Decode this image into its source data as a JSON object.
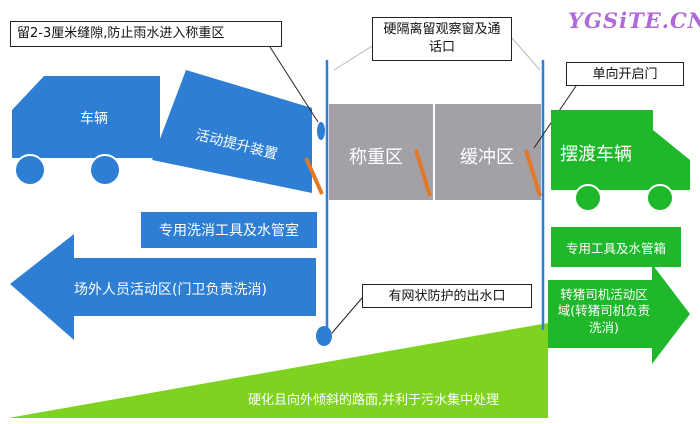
{
  "watermark": "YGSiTE.CN",
  "callouts": {
    "gap_note": "留2-3厘米缝隙,防止雨水进入称重区",
    "window_note": "硬隔离留观察窗及通话口",
    "one_way_door": "单向开启门",
    "drain_outlet": "有网状防护的出水口"
  },
  "vehicles": {
    "left_truck": "车辆",
    "lift_device": "活动提升装置",
    "right_truck": "摆渡车辆"
  },
  "zones": {
    "weighing": "称重区",
    "buffer": "缓冲区"
  },
  "rooms": {
    "washing_room": "专用洗消工具及水管室",
    "tool_box": "专用工具及水管箱"
  },
  "arrows": {
    "outside_area": "场外人员活动区(门卫负责洗消)",
    "driver_area": "转猪司机活动区域(转猪司机负责洗消)"
  },
  "ground": "硬化且向外倾斜的路面,并利于污水集中处理",
  "colors": {
    "blue": "#2e7fd3",
    "green": "#1fb82a",
    "lime": "#7ed321",
    "gray": "#a3a0a6",
    "orange": "#e07a2a"
  }
}
